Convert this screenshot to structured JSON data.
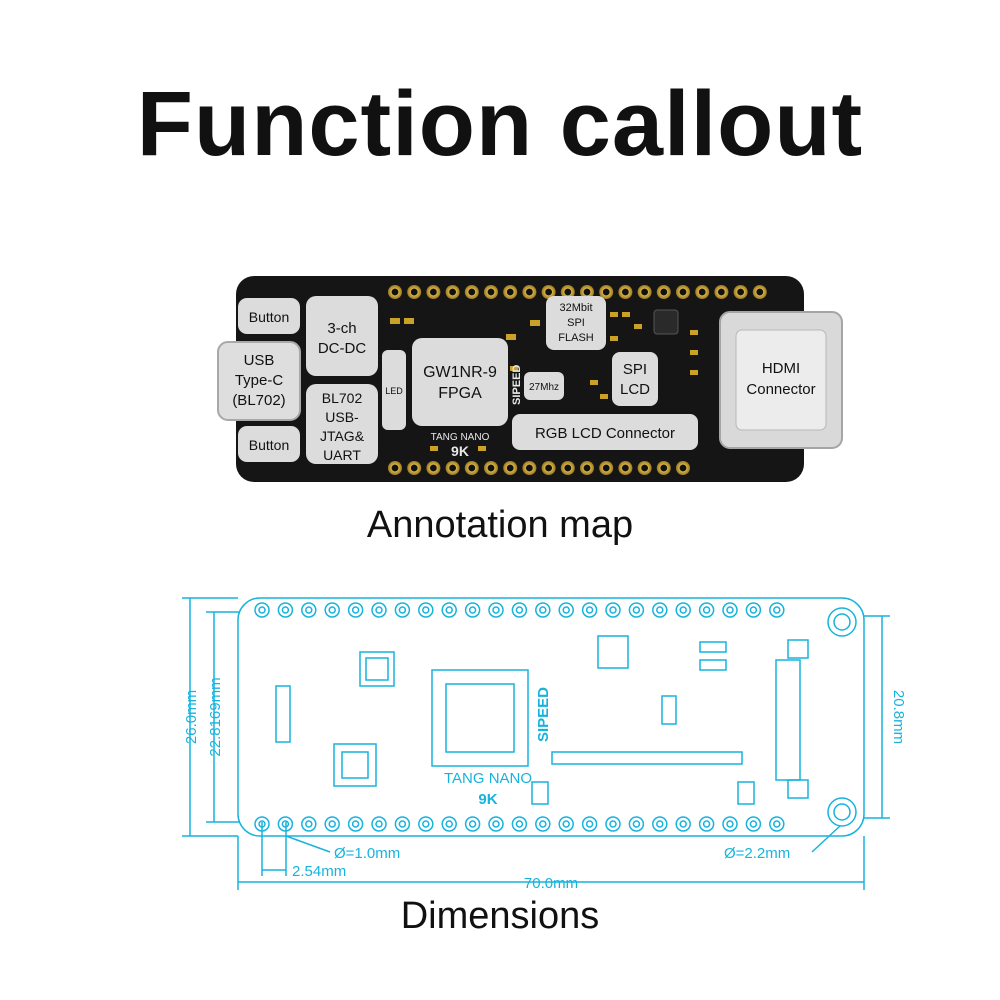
{
  "title": "Function callout",
  "annotation_caption": "Annotation map",
  "dimensions_caption": "Dimensions",
  "annotations": {
    "button_top": "Button",
    "button_bottom": "Button",
    "usb": [
      "USB",
      "Type-C",
      "(BL702)"
    ],
    "dcdc": [
      "3-ch",
      "DC-DC"
    ],
    "bl702": [
      "BL702",
      "USB-",
      "JTAG&",
      "UART"
    ],
    "led": "LED",
    "fpga": [
      "GW1NR-9",
      "FPGA"
    ],
    "flash": [
      "32Mbit",
      "SPI",
      "FLASH"
    ],
    "osc": "27Mhz",
    "spi_lcd": [
      "SPI",
      "LCD"
    ],
    "rgb_lcd": "RGB LCD Connector",
    "hdmi": [
      "HDMI",
      "Connector"
    ],
    "silk_sipeed": "SIPEED",
    "silk_tang": "TANG NANO",
    "silk_9k": "9K"
  },
  "dimensions": {
    "height_total": "26.0mm",
    "height_inner": "22.8169mm",
    "height_right": "20.8mm",
    "hole_small": "Ø=1.0mm",
    "hole_large": "Ø=2.2mm",
    "pitch": "2.54mm",
    "length": "70.0mm",
    "silk_sipeed": "SIPEED",
    "silk_tang": "TANG NANO",
    "silk_9k": "9K"
  },
  "colors": {
    "board": "#151515",
    "label_box": "#dcdcdc",
    "blueprint": "#17b3dd",
    "gold": "#c9a227"
  }
}
